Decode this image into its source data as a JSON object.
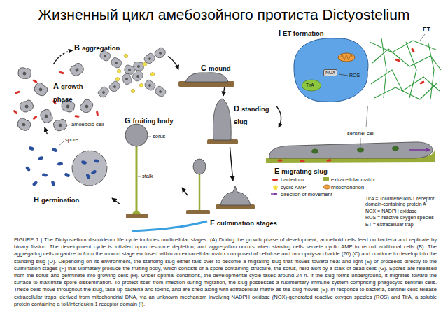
{
  "diagram": {
    "title": "Жизненный цикл амебозойного протиста Dictyostelium",
    "caption": "FIGURE 1 | The Dictyostelium discoideum life cycle includes multicellular stages. (A) During the growth phase of development, amoeboid cells feed on bacteria and replicate by binary fission. The development cycle is initiated upon resource depletion, and aggregation occurs when starving cells secrete cyclic AMP to recruit additional cells (B). The aggregating cells organize to form the mound stage enclosed within an extracellular matrix composed of cellulose and mucopolysaccharide (26) (C) and continue to develop into the standing slug (D). Depending on its environment, the standing slug either falls over to become a migrating slug that moves toward heat and light (E) or proceeds directly to the culmination stages (F) that ultimately produce the fruiting body, which consists of a spore-containing structure, the sorus, held aloft by a stalk of dead cells (G). Spores are released from the sorus and germinate into growing cells (H). Under optimal conditions, the developmental cycle takes around 24 h. If the slug forms underground, it migrates toward the surface to maximize spore dissemination. To protect itself from infection during migration, the slug possesses a rudimentary immune system comprising phagocytic sentinel cells. These cells move throughout the slug, take up bacteria and toxins, and are shed along with extracellular matrix as the slug moves (E). In response to bacteria, sentinel cells release extracellular traps, derived from mitochondrial DNA, via an unknown mechanism involving NADPH oxidase (NOX)-generated reactive oxygen species (ROS) and TirA, a soluble protein containing a toll/interleukin 1 receptor domain (I).",
    "nodes": [
      {
        "text": [
          "A",
          "growth phase"
        ]
      },
      {
        "text": [
          "B",
          "aggregation"
        ]
      },
      {
        "text": [
          "C",
          "mound"
        ]
      },
      {
        "text": [
          "D",
          "standing slug"
        ]
      },
      {
        "text": [
          "I",
          "ET formation"
        ]
      },
      {
        "text": [
          "E",
          "migrating slug"
        ]
      },
      {
        "text": [
          "F",
          "culmination stages"
        ]
      },
      {
        "text": [
          "G",
          "fruiting body"
        ]
      },
      {
        "text": [
          "H",
          "germination"
        ]
      }
    ],
    "edges": [
      {
        "from": 0,
        "to": 1,
        "arrow": "to"
      },
      {
        "from": 1,
        "to": 2,
        "arrow": "to"
      },
      {
        "from": 2,
        "to": 3,
        "arrow": "to"
      },
      {
        "from": 3,
        "to": 5,
        "arrow": "to"
      },
      {
        "from": 3,
        "to": 6,
        "arrow": "to"
      },
      {
        "from": 6,
        "to": 7,
        "arrow": "to"
      },
      {
        "from": 7,
        "to": 8,
        "arrow": "to"
      },
      {
        "from": 8,
        "to": 0,
        "arrow": "to"
      },
      {
        "from": 5,
        "to": 4,
        "arrow": "none"
      }
    ],
    "labels": [
      "amoeboid cell",
      "spore",
      "sorus",
      "stalk",
      "ET",
      "NOX",
      "ROS",
      "TirA",
      "sentinel cell",
      "TirA = Toll/Interleukin-1 receptor domain-containing protein A",
      "NOX = NADPH oxidase",
      "ROS = reactive oxygen species",
      "ET = extracellular trap"
    ],
    "legend": [
      {
        "text": "bacterium",
        "color": "#d9302a"
      },
      {
        "text": "extracellular matrix",
        "color": "#9aab3a"
      },
      {
        "text": "cyclic AMP",
        "color": "#f5e04a"
      },
      {
        "text": "mitochondrion"
      },
      {
        "text": "direction of movement"
      }
    ]
  }
}
